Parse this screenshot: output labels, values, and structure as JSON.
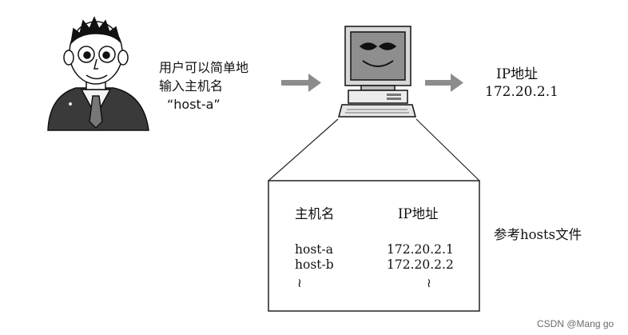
{
  "user_caption": {
    "line1": "用户可以简单地",
    "line2": "输入主机名",
    "line3": "“host-a”"
  },
  "result": {
    "label": "IP地址",
    "value": "172.20.2.1"
  },
  "hosts_table": {
    "col_host": "主机名",
    "col_ip": "IP地址",
    "rows": [
      {
        "host": "host-a",
        "ip": "172.20.2.1"
      },
      {
        "host": "host-b",
        "ip": "172.20.2.2"
      }
    ],
    "ellipsis": "≀"
  },
  "hosts_file_label": "参考hosts文件",
  "watermark": "CSDN @Mang go"
}
